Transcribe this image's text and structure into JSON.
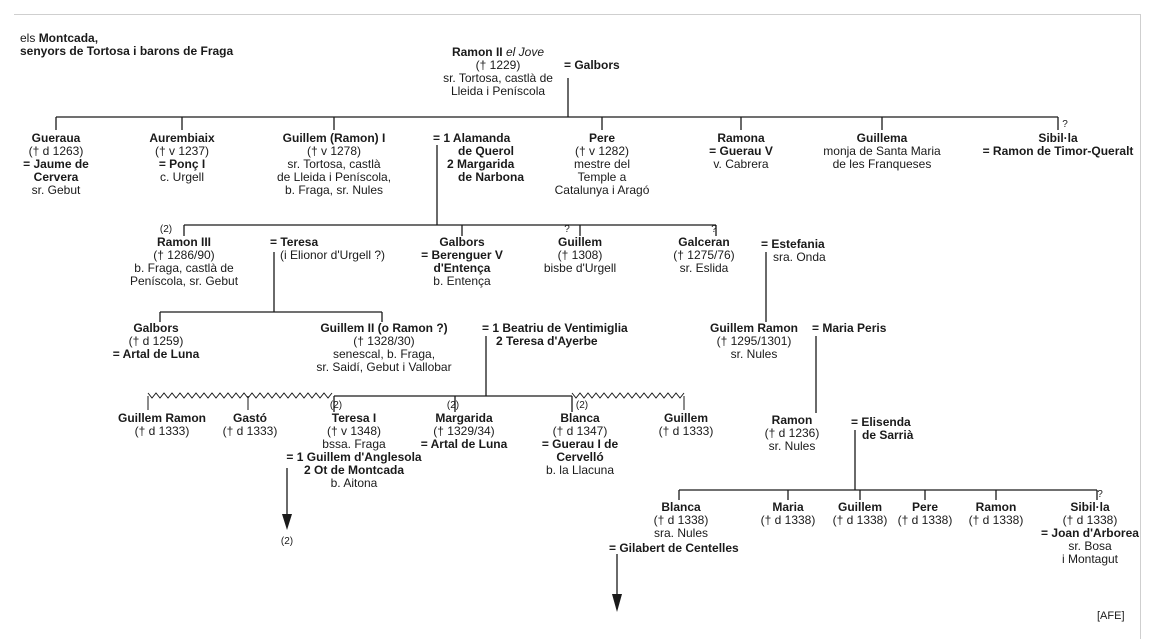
{
  "title": {
    "line1_pre": "els ",
    "line1_bold": "Montcada,",
    "line2": "senyors de Tortosa i barons de Fraga"
  },
  "source": "[AFE]",
  "marks": {
    "q": "?",
    "two": "(2)"
  },
  "root": {
    "name": "Ramon II",
    "epithet": "el Jove",
    "lines": [
      "(† 1229)",
      "sr. Tortosa, castlà de",
      "Lleida i Peníscola"
    ],
    "spouse": "= Galbors"
  },
  "gen2": [
    {
      "name": "Gueraua",
      "lines": [
        "(† d 1263)"
      ],
      "spouse_lines": [
        "= Jaume de",
        "Cervera"
      ],
      "after": [
        "sr. Gebut"
      ]
    },
    {
      "name": "Aurembiaix",
      "lines": [
        "(† v 1237)"
      ],
      "spouse_lines": [
        "= Ponç I"
      ],
      "after": [
        "c. Urgell"
      ]
    },
    {
      "name": "Guillem (Ramon) I",
      "lines": [
        "(† v 1278)",
        "sr. Tortosa, castlà",
        "de Lleida i Peníscola,",
        "b. Fraga, sr. Nules"
      ]
    },
    {
      "name": "Pere",
      "lines": [
        "(† v 1282)",
        "mestre del",
        "Temple a",
        "Catalunya i Aragó"
      ]
    },
    {
      "name": "Ramona",
      "lines": [],
      "spouse_lines": [
        "= Guerau V"
      ],
      "after": [
        "v. Cabrera"
      ]
    },
    {
      "name": "Guillema",
      "lines": [
        "monja de Santa Maria",
        "de les Franqueses"
      ]
    },
    {
      "name": "Sibil·la",
      "lines": [],
      "spouse_lines": [
        "= Ramon de Timor-Queralt"
      ]
    }
  ],
  "gen2_spouses": [
    "= 1 Alamanda",
    "de Querol",
    "2 Margarida",
    "de Narbona"
  ],
  "gen3": [
    {
      "name": "Ramon III",
      "lines": [
        "(† 1286/90)",
        "b. Fraga, castlà de",
        "Peníscola, sr. Gebut"
      ]
    },
    {
      "name": "Galbors",
      "lines": [],
      "spouse_lines": [
        "= Berenguer V",
        "d'Entença"
      ],
      "after": [
        "b. Entença"
      ]
    },
    {
      "name": "Guillem",
      "lines": [
        "(† 1308)",
        "bisbe d'Urgell"
      ]
    },
    {
      "name": "Galceran",
      "lines": [
        "(† 1275/76)",
        "sr. Eslida"
      ]
    }
  ],
  "teresa": {
    "name": "= Teresa",
    "line": "(i Elionor d'Urgell ?)"
  },
  "estefania": {
    "name": "= Estefania",
    "line": "sra. Onda"
  },
  "gen4": [
    {
      "name": "Galbors",
      "lines": [
        "(† d 1259)"
      ],
      "spouse_lines": [
        "= Artal de Luna"
      ]
    },
    {
      "name": "Guillem II (o Ramon ?)",
      "lines": [
        "(† 1328/30)",
        "senescal, b. Fraga,",
        "sr. Saidí, Gebut i Vallobar"
      ]
    },
    {
      "name": "Guillem Ramon",
      "lines": [
        "(† 1295/1301)",
        "sr. Nules"
      ]
    }
  ],
  "gen4_spouses": [
    "= 1 Beatriu de Ventimiglia",
    "2 Teresa d'Ayerbe"
  ],
  "maria_peris": "= Maria Peris",
  "gen5": [
    {
      "name": "Guillem Ramon",
      "lines": [
        "(† d 1333)"
      ]
    },
    {
      "name": "Gastó",
      "lines": [
        "(† d 1333)"
      ]
    },
    {
      "name": "Teresa I",
      "lines": [
        "(† v 1348)",
        "bssa. Fraga"
      ],
      "spouse_lines": [
        "= 1 Guillem d'Anglesola"
      ],
      "after": [
        "2 Ot de Montcada",
        "b. Aitona"
      ]
    },
    {
      "name": "Margarida",
      "lines": [
        "(† 1329/34)"
      ],
      "spouse_lines": [
        "= Artal de Luna"
      ]
    },
    {
      "name": "Blanca",
      "lines": [
        "(† d 1347)"
      ],
      "spouse_lines": [
        "= Guerau I de",
        "Cervelló"
      ],
      "after": [
        "b. la Llacuna"
      ]
    },
    {
      "name": "Guillem",
      "lines": [
        "(† d 1333)"
      ]
    }
  ],
  "ramon_nules": {
    "name": "Ramon",
    "lines": [
      "(† d 1236)",
      "sr. Nules"
    ]
  },
  "elisenda": [
    "= Elisenda",
    "de Sarrià"
  ],
  "gen6": [
    {
      "name": "Blanca",
      "lines": [
        "(† d 1338)",
        "sra. Nules"
      ],
      "spouse_lines": [
        "= Gilabert de Centelles"
      ]
    },
    {
      "name": "Maria",
      "lines": [
        "(† d 1338)"
      ]
    },
    {
      "name": "Guillem",
      "lines": [
        "(† d 1338)"
      ]
    },
    {
      "name": "Pere",
      "lines": [
        "(† d 1338)"
      ]
    },
    {
      "name": "Ramon",
      "lines": [
        "(† d 1338)"
      ]
    },
    {
      "name": "Sibil·la",
      "lines": [
        "(† d 1338)"
      ],
      "spouse_lines": [
        "= Joan d'Arborea"
      ],
      "after": [
        "sr. Bosa",
        "i Montagut"
      ]
    }
  ]
}
